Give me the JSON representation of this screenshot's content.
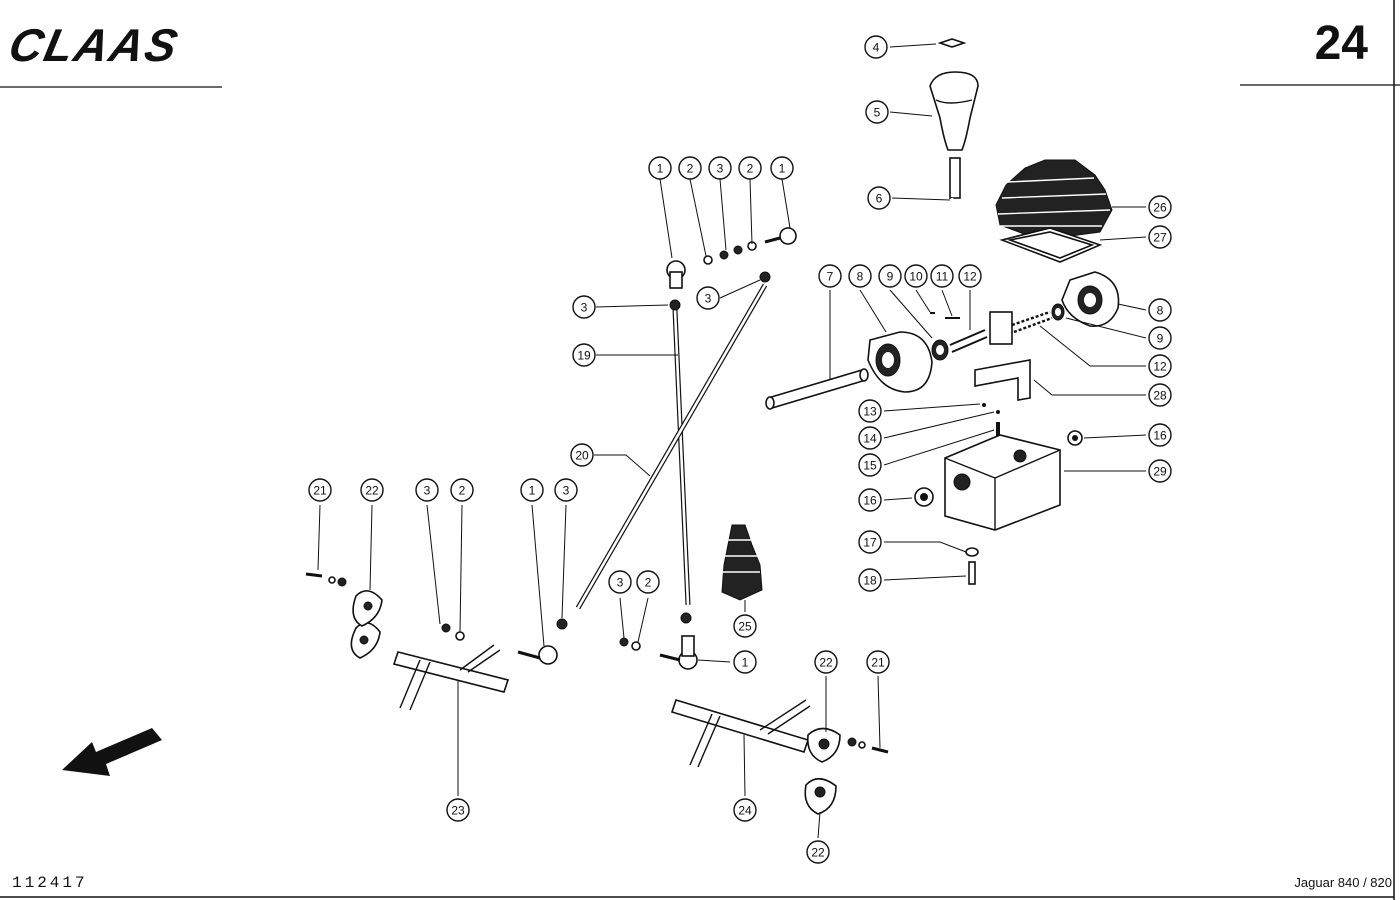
{
  "header": {
    "brand": "CLAAS",
    "page_number": "24"
  },
  "footer": {
    "drawing_number": "112417",
    "model": "Jaguar 840 / 820"
  },
  "icons": {
    "brand_logo": "claas-logo",
    "direction": "direction-arrow-icon"
  },
  "callouts": [
    {
      "label": "1"
    },
    {
      "label": "2"
    },
    {
      "label": "3"
    },
    {
      "label": "2"
    },
    {
      "label": "1"
    },
    {
      "label": "3"
    },
    {
      "label": "3"
    },
    {
      "label": "19"
    },
    {
      "label": "20"
    },
    {
      "label": "4"
    },
    {
      "label": "5"
    },
    {
      "label": "6"
    },
    {
      "label": "26"
    },
    {
      "label": "27"
    },
    {
      "label": "7"
    },
    {
      "label": "8"
    },
    {
      "label": "9"
    },
    {
      "label": "10"
    },
    {
      "label": "11"
    },
    {
      "label": "12"
    },
    {
      "label": "8"
    },
    {
      "label": "9"
    },
    {
      "label": "12"
    },
    {
      "label": "28"
    },
    {
      "label": "13"
    },
    {
      "label": "14"
    },
    {
      "label": "15"
    },
    {
      "label": "16"
    },
    {
      "label": "29"
    },
    {
      "label": "16"
    },
    {
      "label": "17"
    },
    {
      "label": "18"
    },
    {
      "label": "21"
    },
    {
      "label": "22"
    },
    {
      "label": "3"
    },
    {
      "label": "2"
    },
    {
      "label": "1"
    },
    {
      "label": "3"
    },
    {
      "label": "3"
    },
    {
      "label": "2"
    },
    {
      "label": "25"
    },
    {
      "label": "1"
    },
    {
      "label": "22"
    },
    {
      "label": "21"
    },
    {
      "label": "23"
    },
    {
      "label": "24"
    },
    {
      "label": "22"
    }
  ]
}
